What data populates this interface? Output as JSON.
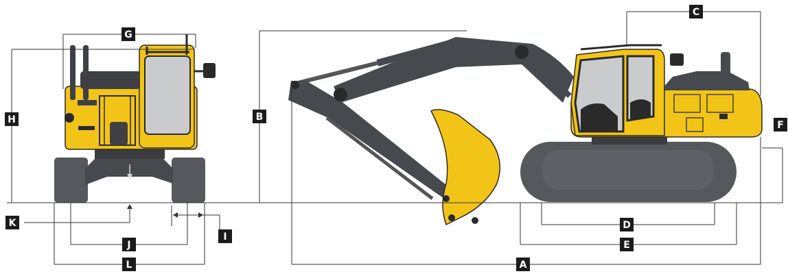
{
  "colors": {
    "body_yellow": "#F2C417",
    "body_dark": "#46494D",
    "track": "#55585C",
    "glass": "#C9CBCD",
    "badge": "#1B1B1B",
    "dim_line": "#333333"
  },
  "dimension_labels": {
    "A": "A",
    "B": "B",
    "C": "C",
    "D": "D",
    "E": "E",
    "F": "F",
    "G": "G",
    "H": "H",
    "I": "I",
    "J": "J",
    "K": "K",
    "L": "L"
  }
}
